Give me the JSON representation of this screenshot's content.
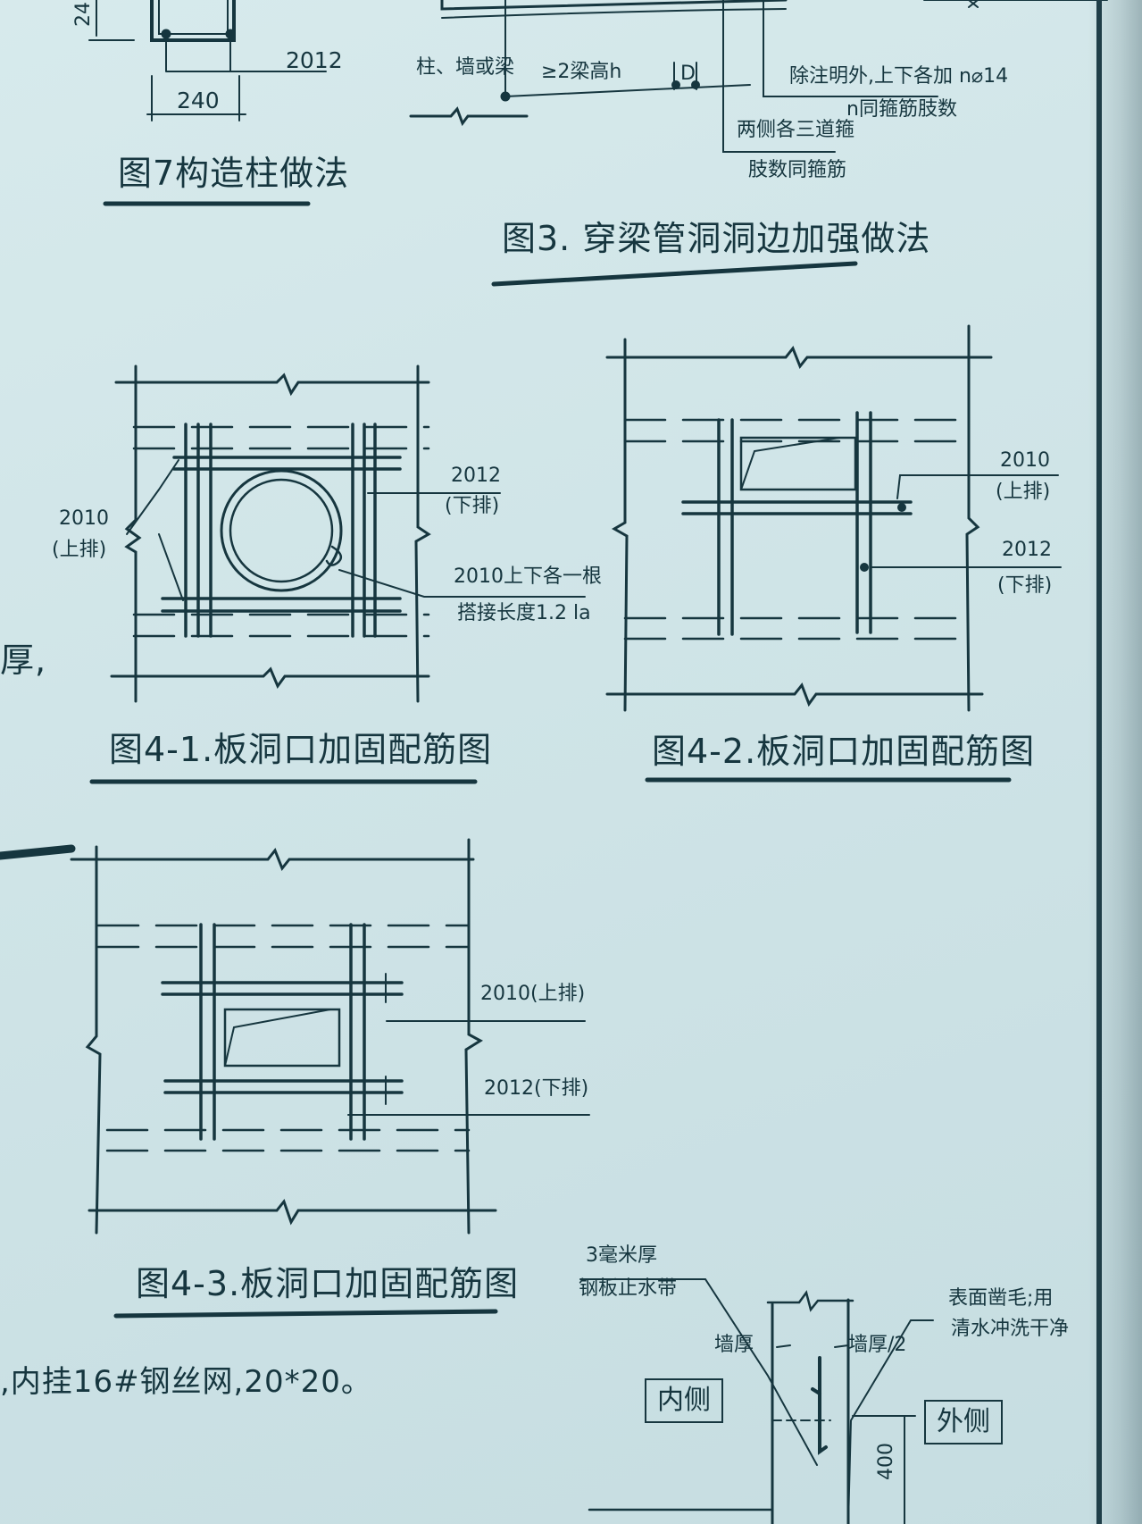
{
  "fig7": {
    "label_2012": "2012",
    "dim_240": "240",
    "dim_side": "24",
    "title": "图7构造柱做法"
  },
  "fig3": {
    "label_column": "柱、墙或梁",
    "label_length": "≥2梁高h",
    "label_d": "D",
    "note_1": "除注明外,上下各加 n⌀14",
    "note_2": "n同箍筋肢数",
    "note_3": "两侧各三道箍",
    "note_4": "肢数同箍筋",
    "title": "图3. 穿梁管洞洞边加强做法"
  },
  "fig41": {
    "label_2010": "2010",
    "label_upper": "(上排)",
    "label_2012": "2012",
    "label_lower": "(下排)",
    "note_1": "2010上下各一根",
    "note_2": "搭接长度1.2 la",
    "title": "图4-1.板洞口加固配筋图"
  },
  "fig42": {
    "label_2010": "2010",
    "label_upper": "(上排)",
    "label_2012": "2012",
    "label_lower": "(下排)",
    "title": "图4-2.板洞口加固配筋图"
  },
  "fig43": {
    "label_2010": "2010(上排)",
    "label_2012": "2012(下排)",
    "title": "图4-3.板洞口加固配筋图"
  },
  "left_fragment": "厚,",
  "bottom_note": ",内挂16#钢丝网,20*20。",
  "waterstop": {
    "label_plate_1": "3毫米厚",
    "label_plate_2": "钢板止水带",
    "label_wall_thick_1": "墙厚",
    "label_wall_thick_2": "墙厚/2",
    "label_surface_1": "表面凿毛;用",
    "label_surface_2": "清水冲洗干净",
    "label_inner": "内侧",
    "label_outer": "外侧",
    "dim_400": "400"
  }
}
